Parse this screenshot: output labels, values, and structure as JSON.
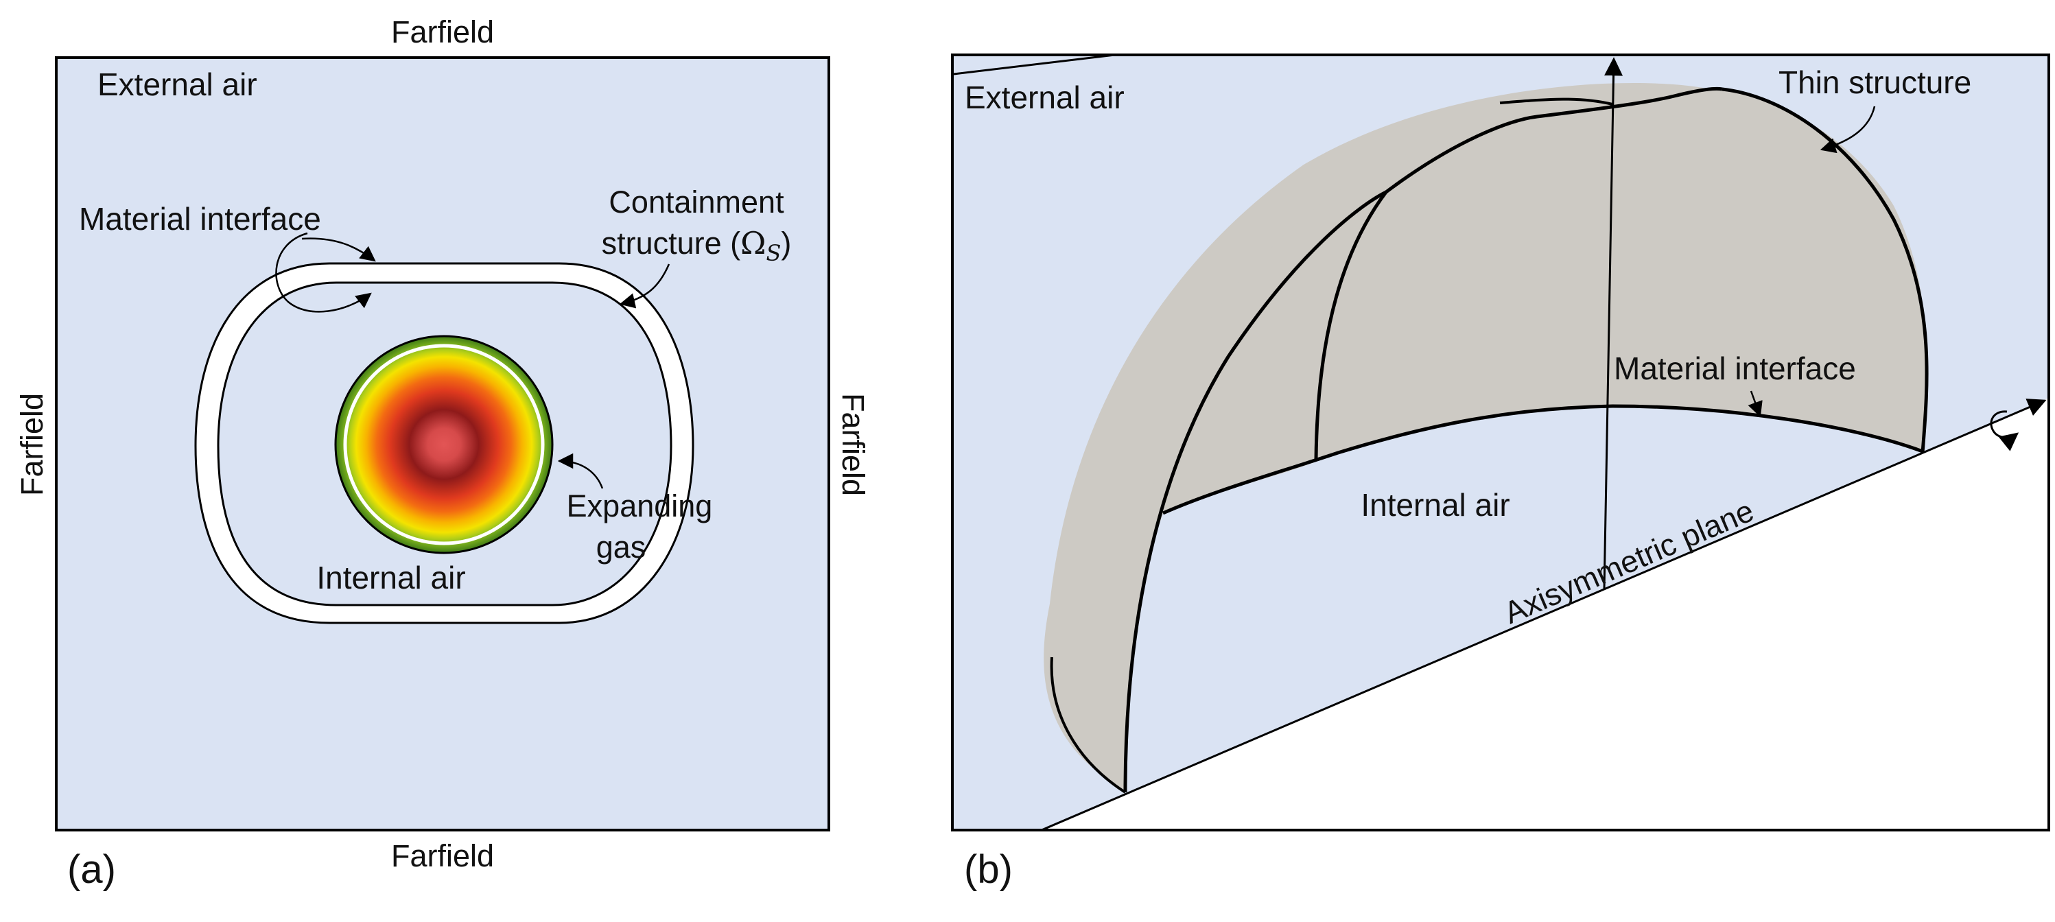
{
  "colors": {
    "air": "#dae3f3",
    "structure": "#cdcac4",
    "stroke": "#000000",
    "gas_core": "#e35555",
    "gas_ring_green": "#7fb51e"
  },
  "panel_a": {
    "label": "(a)",
    "farfield_top": "Farfield",
    "farfield_bottom": "Farfield",
    "farfield_left": "Farfield",
    "farfield_right": "Farfield",
    "external_air": "External air",
    "material_interface": "Material interface",
    "containment_line1": "Containment",
    "containment_line2": "structure (",
    "omega_symbol": "Ω",
    "omega_sub": "S",
    "containment_close": ")",
    "expanding_line1": "Expanding",
    "expanding_line2": "gas",
    "internal_air": "Internal air"
  },
  "panel_b": {
    "label": "(b)",
    "external_air": "External air",
    "thin_structure": "Thin structure",
    "material_interface": "Material interface",
    "internal_air": "Internal air",
    "axisymmetric_plane": "Axisymmetric plane",
    "rotation_icon": "rotation-arrow-icon"
  }
}
